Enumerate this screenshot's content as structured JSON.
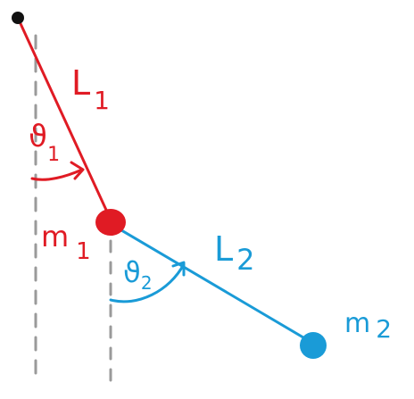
{
  "labels": {
    "L1": {
      "letter": "L",
      "sub": "1"
    },
    "L2": {
      "letter": "L",
      "sub": "2"
    },
    "theta1": {
      "letter": "ϑ",
      "sub": "1"
    },
    "theta2": {
      "letter": "ϑ",
      "sub": "2"
    },
    "m1": {
      "letter": "m",
      "sub": "1"
    },
    "m2": {
      "letter": "m",
      "sub": "2"
    }
  },
  "colors": {
    "pivot": "#111111",
    "rod1": "#e01b24",
    "rod2": "#1a9bd7",
    "reference_line": "#9a9a9a"
  }
}
